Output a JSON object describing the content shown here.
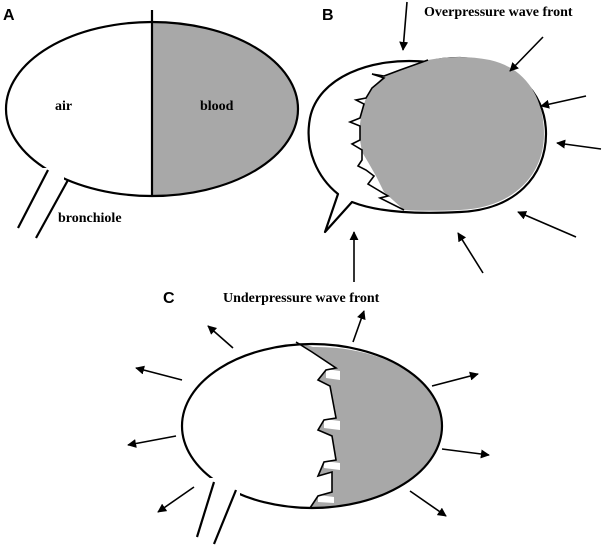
{
  "panels": {
    "a": {
      "letter": "A",
      "air_label": "air",
      "blood_label": "blood",
      "bronchiole_label": "bronchiole"
    },
    "b": {
      "letter": "B",
      "caption": "Overpressure wave front"
    },
    "c": {
      "letter": "C",
      "caption": "Underpressure wave front"
    }
  },
  "colors": {
    "blood": "#a8a8a8",
    "line": "#000000",
    "background": "#ffffff"
  }
}
